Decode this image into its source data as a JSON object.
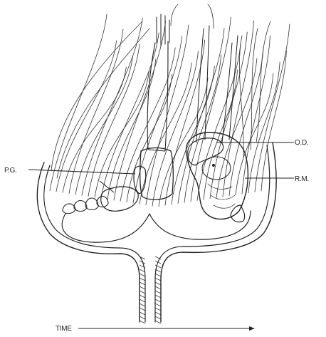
{
  "figure": {
    "labels": {
      "pg": "P.G.",
      "od": "O.D.",
      "rm": "R.M."
    },
    "time_label": "TIME"
  }
}
